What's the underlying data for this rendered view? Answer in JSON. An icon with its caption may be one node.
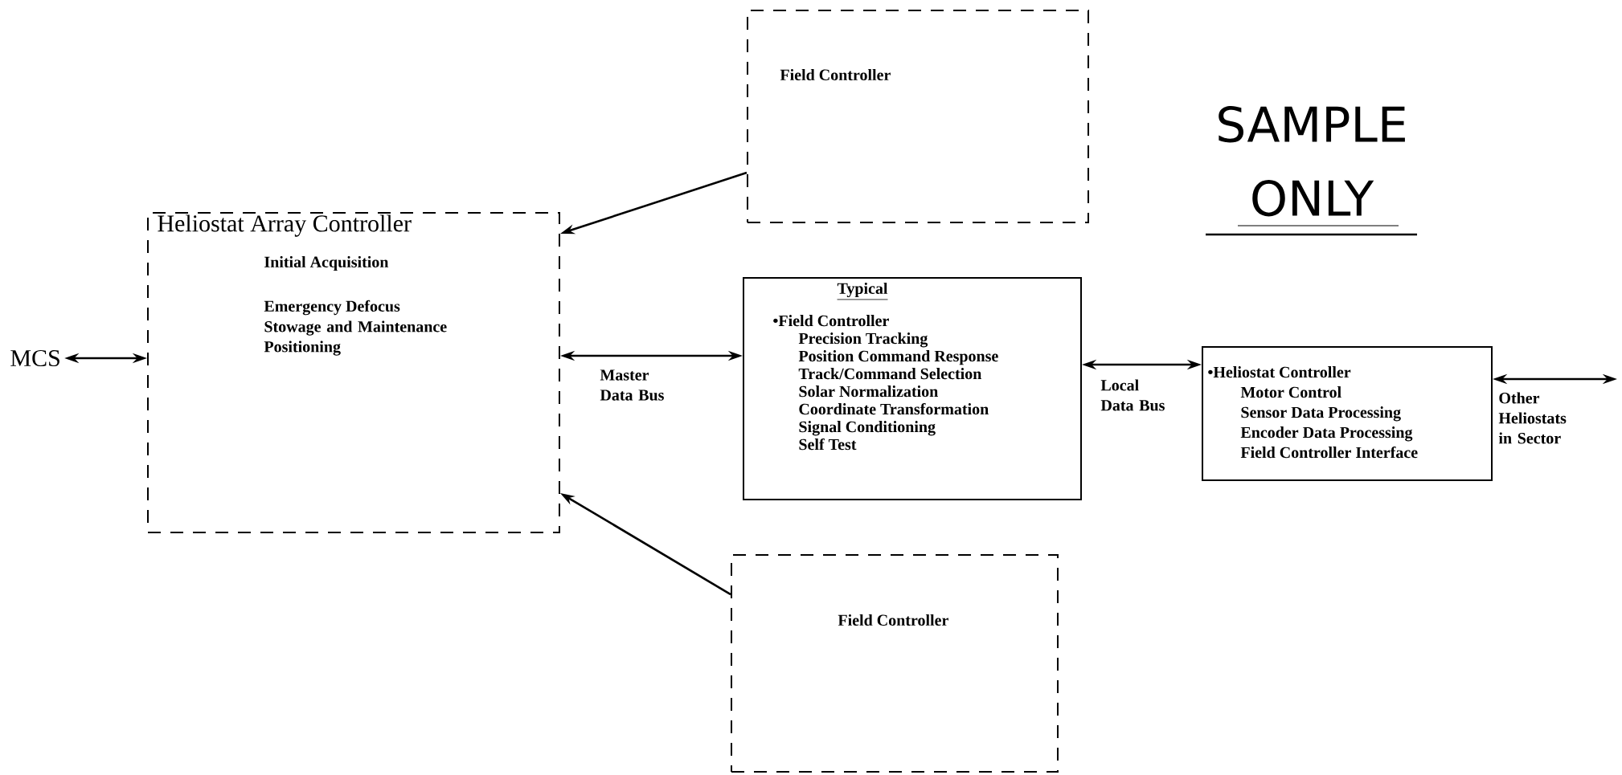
{
  "diagram": {
    "nodes": [
      {
        "text": [
          "MCS"
        ]
      },
      {
        "text": [
          "Heliostat Array Controller",
          "Initial Acquisition",
          "Emergency Defocus",
          "Stowage and Maintenance Positioning"
        ]
      },
      {
        "text": [
          "Field Controller"
        ]
      },
      {
        "text": [
          "Typical",
          "•Field Controller",
          "Precision Tracking",
          "Position Command Response",
          "Track/Command Selection",
          "Solar Normalization",
          "Coordinate Transformation",
          "Signal Conditioning",
          "Self Test"
        ]
      },
      {
        "text": [
          "•Heliostat Controller",
          "Motor Control",
          "Sensor Data Processing",
          "Encoder Data Processing",
          "Field Controller Interface"
        ]
      },
      {
        "text": [
          "Field Controller"
        ]
      }
    ],
    "edges": [
      {
        "from": 0,
        "to": 1,
        "arrow": "both"
      },
      {
        "from": 1,
        "to": 3,
        "arrow": "both",
        "label": "Master Data Bus"
      },
      {
        "from": 2,
        "to": 1,
        "arrow": "to"
      },
      {
        "from": 5,
        "to": 1,
        "arrow": "to"
      },
      {
        "from": 3,
        "to": 4,
        "arrow": "both",
        "label": "Local Data Bus"
      },
      {
        "from": 4,
        "to": null,
        "arrow": "both",
        "label": "Other Heliostats in Sector"
      }
    ],
    "labels": [
      "SAMPLE ONLY"
    ]
  }
}
